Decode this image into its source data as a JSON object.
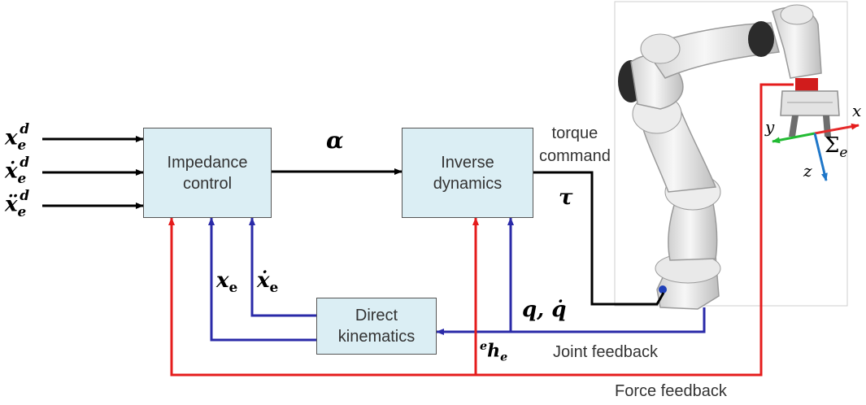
{
  "blocks": {
    "impedance": "Impedance\ncontrol",
    "inverse": "Inverse\ndynamics",
    "direct": "Direct\nkinematics"
  },
  "inputs": {
    "x": {
      "base": "x",
      "sub": "e",
      "sup": "d"
    },
    "xdot": {
      "base": "ẋ",
      "sub": "e",
      "sup": "d"
    },
    "xddot": {
      "base": "ẍ",
      "sub": "e",
      "sup": "d"
    }
  },
  "signals": {
    "alpha": "α",
    "tau": "τ",
    "torque_command": "torque\ncommand",
    "q_qdot": "q, q̇",
    "x_e": {
      "base": "x",
      "sub": "e"
    },
    "xdot_e": {
      "base": "ẋ",
      "sub": "e"
    },
    "force_symbol": {
      "pre": "e",
      "base": "h",
      "sub": "e"
    },
    "joint_feedback": "Joint feedback",
    "force_feedback": "Force feedback"
  },
  "frame": {
    "x": "x",
    "y": "y",
    "z": "z",
    "sigma": "Σ",
    "sigma_sub": "e"
  },
  "colors": {
    "forward": "#000000",
    "joint_feedback": "#2a2aa8",
    "force_feedback": "#e51c1c",
    "block_fill": "#dbeef4",
    "axis_x": "#e52b2b",
    "axis_y": "#22bb33",
    "axis_z": "#1f77c9"
  }
}
